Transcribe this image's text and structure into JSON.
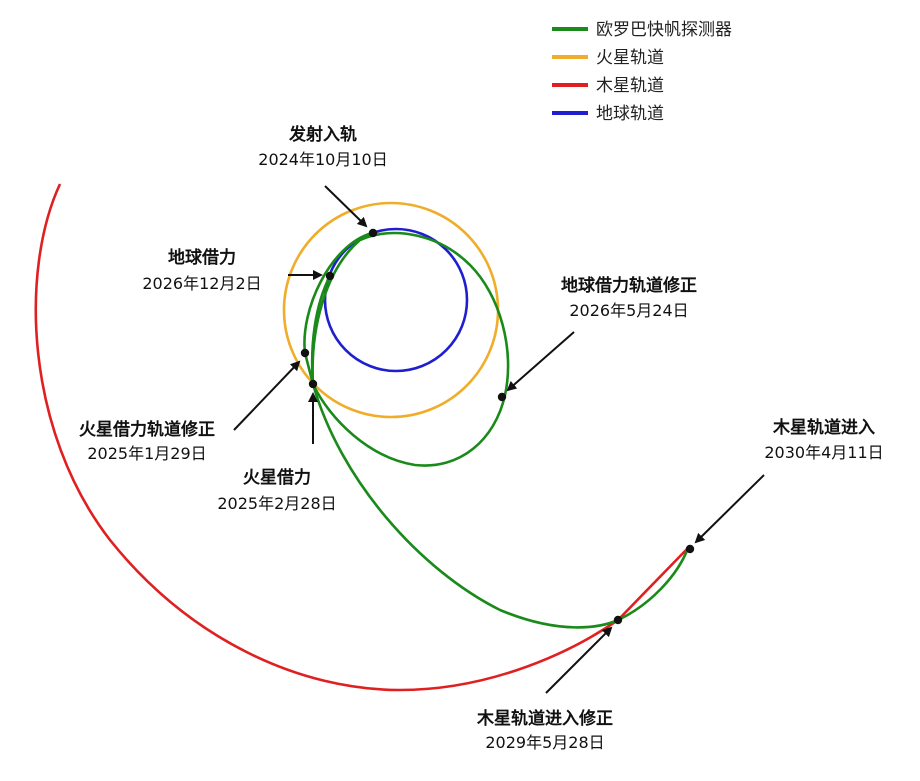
{
  "legend": {
    "items": [
      {
        "label": "欧罗巴快帆探测器",
        "color": "#1a8a1a"
      },
      {
        "label": "火星轨道",
        "color": "#f0ad2a"
      },
      {
        "label": "木星轨道",
        "color": "#e02020"
      },
      {
        "label": "地球轨道",
        "color": "#1f1fd0"
      }
    ]
  },
  "events": {
    "launch": {
      "title": "发射入轨",
      "date": "2024年10月10日"
    },
    "earth_assist": {
      "title": "地球借力",
      "date": "2026年12月2日"
    },
    "earth_assist_tcm": {
      "title": "地球借力轨道修正",
      "date": "2026年5月24日"
    },
    "mars_assist_tcm": {
      "title": "火星借力轨道修正",
      "date": "2025年1月29日"
    },
    "mars_assist": {
      "title": "火星借力",
      "date": "2025年2月28日"
    },
    "jupiter_orbit_insertion": {
      "title": "木星轨道进入",
      "date": "2030年4月11日"
    },
    "jupiter_insertion_tcm": {
      "title": "木星轨道进入修正",
      "date": "2029年5月28日"
    }
  }
}
